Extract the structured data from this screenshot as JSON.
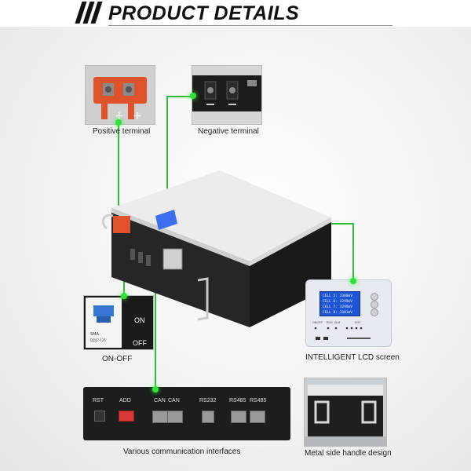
{
  "header": {
    "title": "PRODUCT DETAILS"
  },
  "captions": {
    "positive_terminal": "Positive terminal",
    "negative_terminal": "Negative terminal",
    "on_off": "ON-OFF",
    "lcd_screen": "INTELLIGENT LCD screen",
    "comm_interfaces": "Various communication interfaces",
    "handle": "Metal side handle design"
  },
  "switch_labels": {
    "on": "ON",
    "off": "OFF"
  },
  "ports": {
    "rst": "RST",
    "add": "ADD",
    "can1": "CAN",
    "can2": "CAN",
    "rs232": "RS232",
    "rs485_1": "RS485",
    "rs485_2": "RS485"
  },
  "lcd": {
    "cells": [
      "CELL 5:  3300mV",
      "CELL 6:  3299mV",
      "CELL 7:  3299mV",
      "CELL 8:  3301mV"
    ],
    "status_labels": [
      "ON/OFF",
      "RUN",
      "ALM",
      "SOC"
    ]
  },
  "colors": {
    "accent_green": "#2fbf3a",
    "terminal_orange": "#e0532a",
    "lcd_blue": "#1e54d6"
  }
}
